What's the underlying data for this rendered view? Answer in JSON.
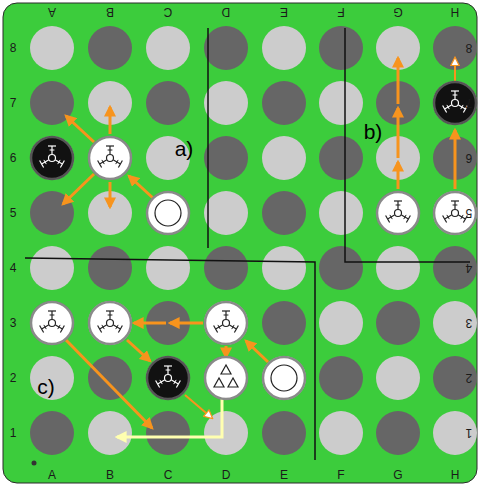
{
  "diagram": {
    "labels": [
      "A",
      "B",
      "C",
      "D",
      "E",
      "F",
      "G",
      "H",
      "8",
      "7",
      "6",
      "5",
      "4",
      "3",
      "2",
      "1",
      "8",
      "7",
      "6",
      "5",
      "4",
      "3",
      "2",
      "1",
      "a)",
      "b)",
      "c)",
      "A",
      "B",
      "C",
      "D",
      "E",
      "F",
      "G",
      "H"
    ]
  }
}
